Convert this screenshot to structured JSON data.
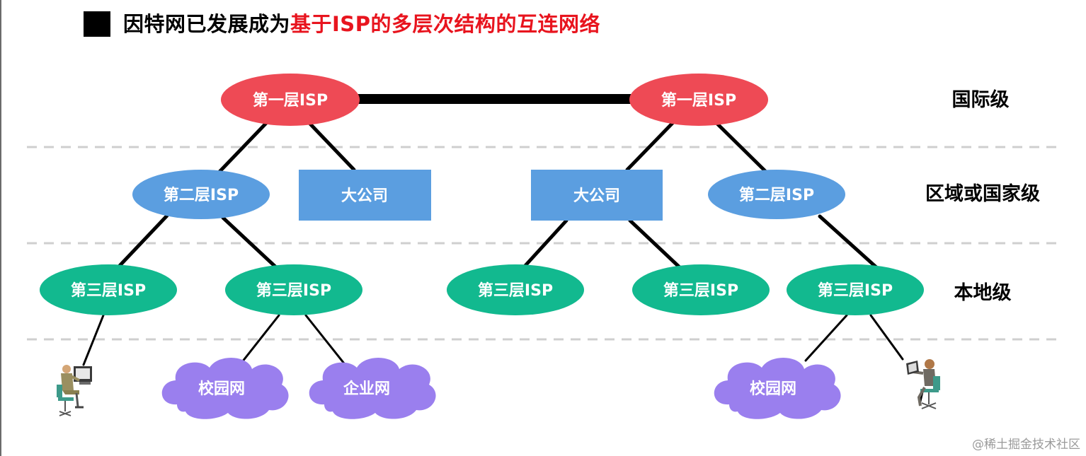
{
  "title": {
    "part_black": "因特网已发展成为",
    "part_red": "基于ISP的多层次结构的互连网络"
  },
  "colors": {
    "tier1": "#ee4a55",
    "tier2": "#5b9ee0",
    "company": "#5b9ee0",
    "tier3": "#12b98f",
    "cloud": "#9a7fee",
    "title_red": "#e8141e"
  },
  "levels": {
    "international": "国际级",
    "regional": "区域或国家级",
    "local": "本地级"
  },
  "nodes": {
    "tier1_left": "第一层ISP",
    "tier1_right": "第一层ISP",
    "tier2_left": "第二层ISP",
    "company_left": "大公司",
    "company_right": "大公司",
    "tier2_right": "第二层ISP",
    "tier3_1": "第三层ISP",
    "tier3_2": "第三层ISP",
    "tier3_3": "第三层ISP",
    "tier3_4": "第三层ISP",
    "tier3_5": "第三层ISP",
    "campus_left": "校园网",
    "enterprise": "企业网",
    "campus_right": "校园网"
  },
  "icons": {
    "user_left": "desktop-user-icon",
    "user_right": "laptop-user-icon"
  },
  "watermark": "@稀土掘金技术社区"
}
